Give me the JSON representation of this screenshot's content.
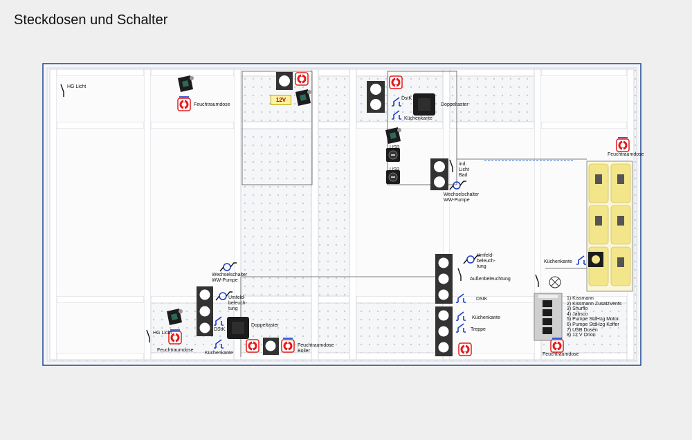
{
  "title": "Steckdosen und Schalter",
  "labels": {
    "hg_licht_top": "HG Licht",
    "hg_licht_bottom": "HG Licht",
    "feucht_top": "Feuchtraumdose",
    "feucht_right": "Feuchtraumdose",
    "feucht_bottom_left": "Feuchtraumdose",
    "feucht_bottom_right": "Feuchtraumdose",
    "feucht_boiler": "Feuchtraumdose\nBoiler",
    "v12": "12V",
    "dstk_top": "DstK",
    "kuechenkante_top": "Küchenkante",
    "doppeltaster_top": "Doppeltaster",
    "usb1": "USB",
    "usb2": "USB",
    "ind_licht_bad": "ind.\nLicht\nBad",
    "wechsel_ww_right": "Wechselschalter\nWW-Pumpe",
    "wechsel_ww_left": "Wechselschalter\nWW-Pumpe",
    "umfeld_left": "Umfeld-\nbeleuch-\ntung",
    "dstk_left": "DStK",
    "kuechenkante_left": "Küchenkante",
    "doppeltaster_left": "Doppeltaster",
    "umfeld_right": "Umfeld-\nbeleuch-\ntung",
    "aussen": "Außenbeleuchtung",
    "dstk_right": "DStK",
    "kuechenkante_right": "Küchenkante",
    "treppe": "Treppe",
    "kuechenkante_far": "Küchenkante"
  },
  "list": [
    "1)   Kissmann",
    "2)   Kissmann ZusatzVents",
    "3)   Shurflo",
    "4)   Jabsco",
    "5)   Pumpe StdHzg Motor",
    "6)   Pumpe StdHzg Koffer",
    "7)   USB Dosen",
    "8)   12 V Orion"
  ],
  "colors": {
    "frame": "#2a4f9a",
    "socket": "#e21b1b",
    "switch": "#1a3cc8",
    "panel": "#333333",
    "fuse": "#f3e58a"
  }
}
